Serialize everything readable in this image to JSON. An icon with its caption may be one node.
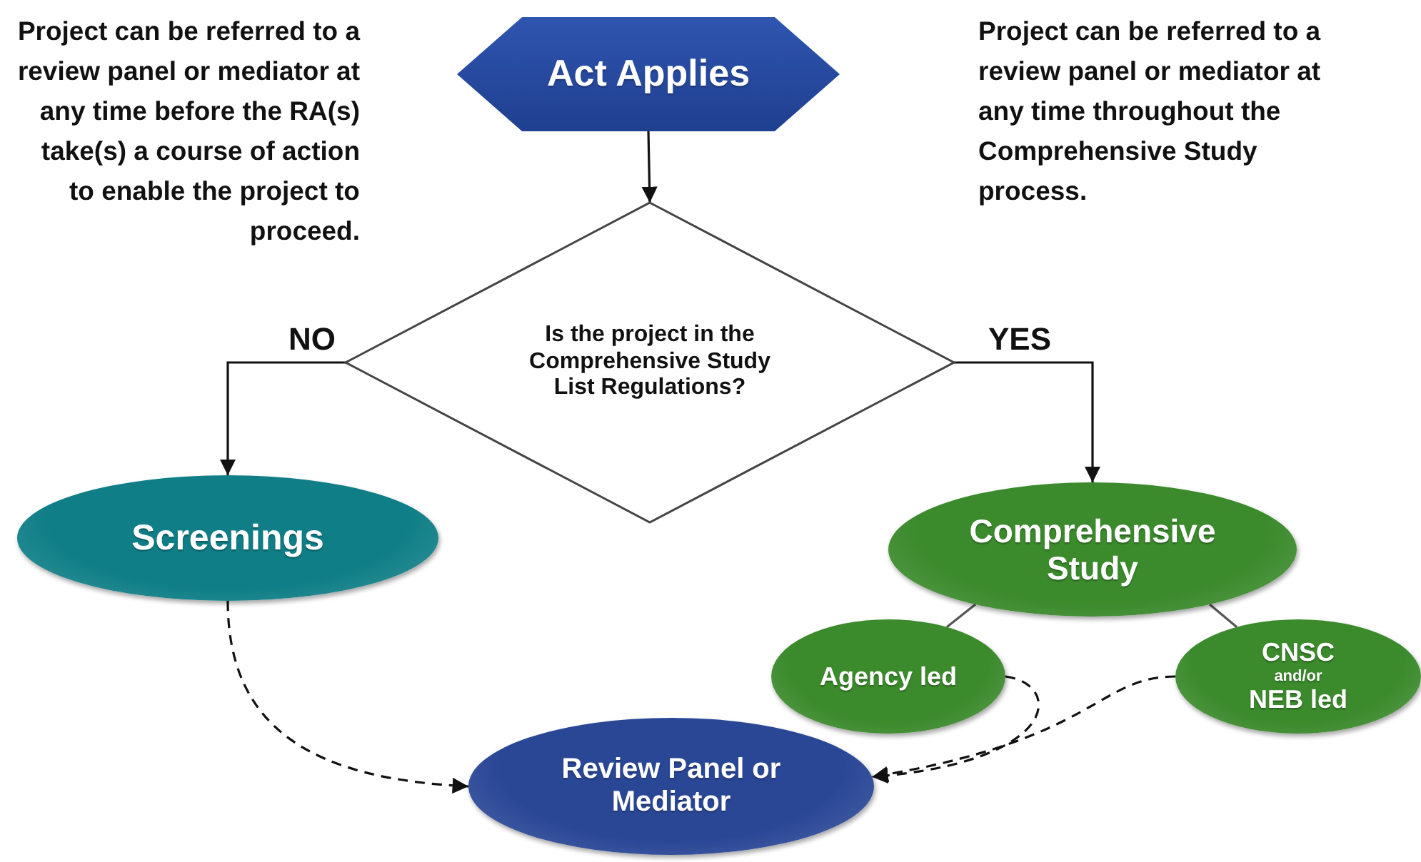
{
  "diagram": {
    "nodes": [
      {
        "text": [
          "Act Applies"
        ]
      },
      {
        "text": [
          "Is the project in the Comprehensive Study List Regulations?"
        ]
      },
      {
        "text": [
          "Screenings"
        ]
      },
      {
        "text": [
          "Comprehensive Study"
        ]
      },
      {
        "text": [
          "Agency led"
        ]
      },
      {
        "text": [
          "CNSC",
          "and/or",
          "NEB led"
        ]
      },
      {
        "text": [
          "Review Panel or Mediator"
        ]
      }
    ],
    "edges": [
      {
        "from": 0,
        "to": 1,
        "arrow": "to"
      },
      {
        "from": 1,
        "to": 2,
        "arrow": "to",
        "label": "NO"
      },
      {
        "from": 1,
        "to": 3,
        "arrow": "to",
        "label": "YES"
      },
      {
        "from": 3,
        "to": 4,
        "arrow": "none"
      },
      {
        "from": 3,
        "to": 5,
        "arrow": "none"
      },
      {
        "from": 2,
        "to": 6,
        "arrow": "to",
        "style": "dashed"
      },
      {
        "from": 4,
        "to": 6,
        "arrow": "to",
        "style": "dashed"
      },
      {
        "from": 5,
        "to": 6,
        "arrow": "to",
        "style": "dashed"
      }
    ],
    "labels": [
      "Project can be referred to a review panel or mediator at any time before the RA(s) take(s) a course of action to enable the project to proceed.",
      "Project can be referred to a review panel or mediator at any time throughout the Comprehensive Study process."
    ]
  }
}
